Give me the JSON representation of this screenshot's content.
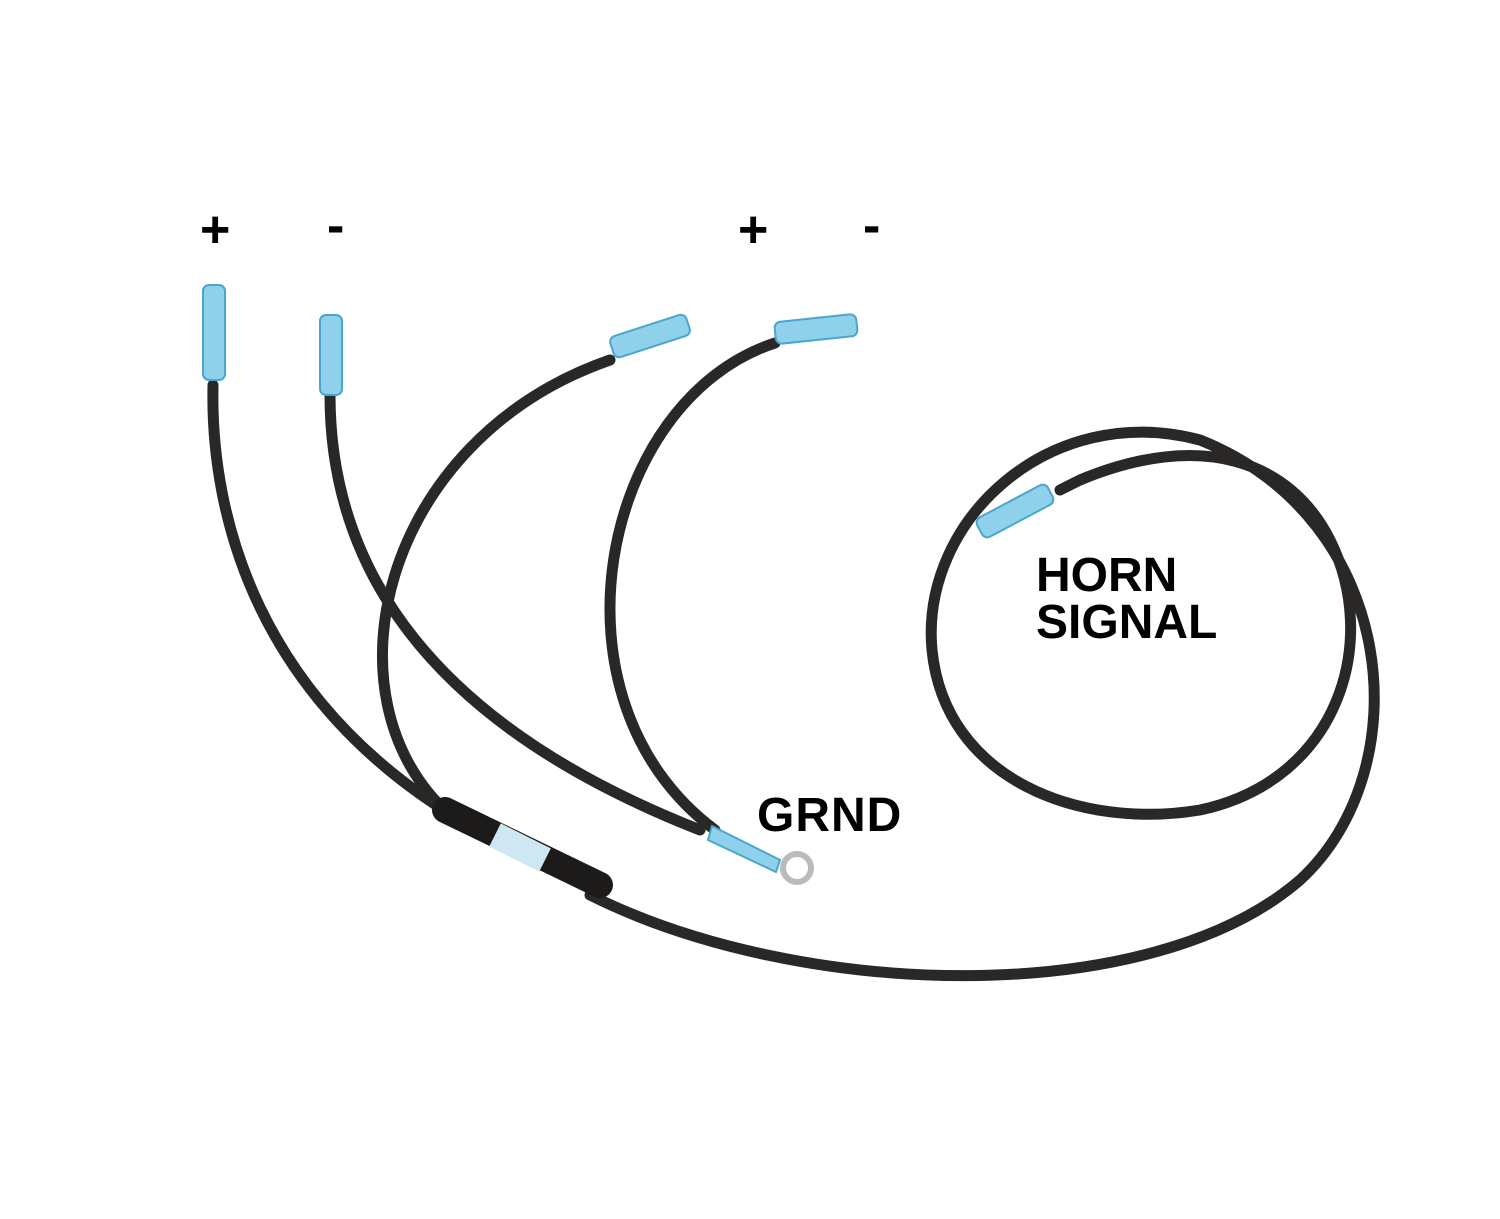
{
  "labels": {
    "left_plus": "+",
    "left_minus": "-",
    "right_plus": "+",
    "right_minus": "-",
    "ground": "GRND",
    "horn_line1": "HORN",
    "horn_line2": "SIGNAL"
  },
  "colors": {
    "cable": "#2a2826",
    "connector": "#7fc8e6",
    "background": "#ffffff"
  }
}
